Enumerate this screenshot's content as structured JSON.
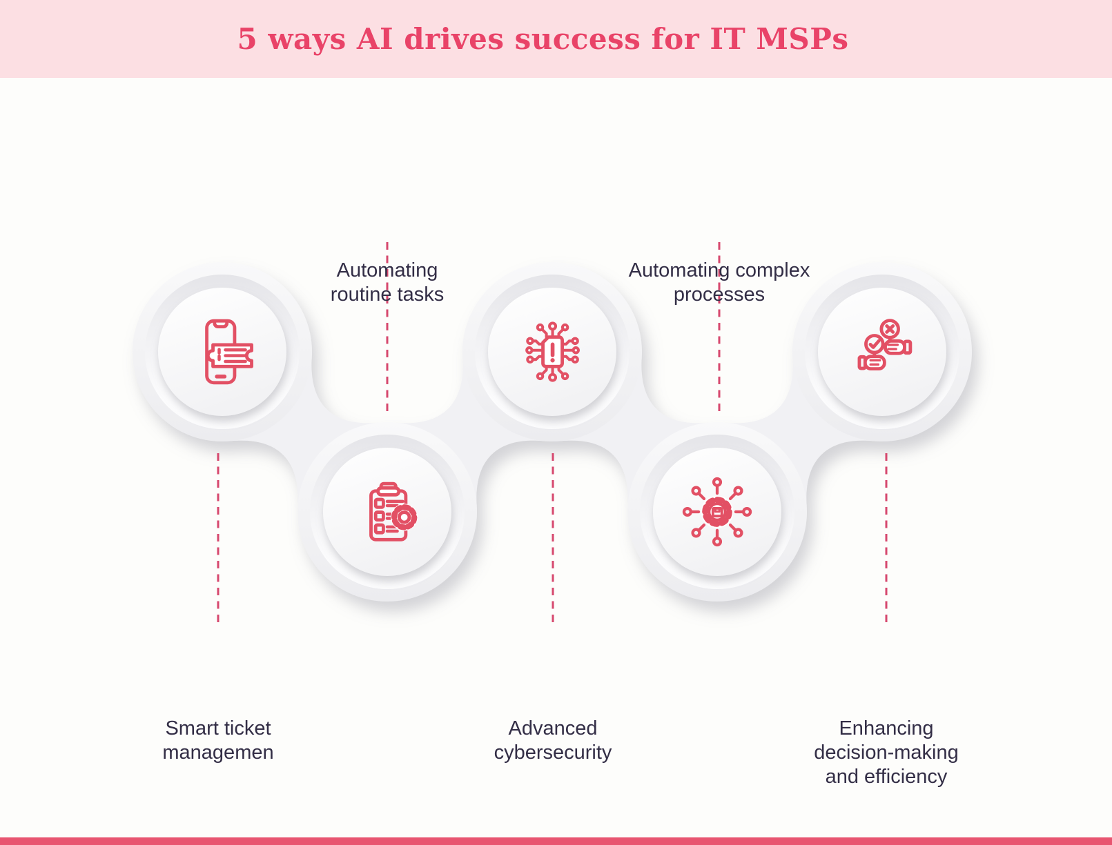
{
  "header": {
    "title": "5 ways AI drives success for IT MSPs"
  },
  "nodes": [
    {
      "label": "Smart ticket\nmanagemen",
      "icon": "phone-ticket-icon"
    },
    {
      "label": "Automating\nroutine tasks",
      "icon": "clipboard-gear-icon"
    },
    {
      "label": "Advanced\ncybersecurity",
      "icon": "chip-alert-icon"
    },
    {
      "label": "Automating complex\nprocesses",
      "icon": "gear-network-icon"
    },
    {
      "label": "Enhancing\ndecision-making\nand efficiency",
      "icon": "decision-hands-icon"
    }
  ],
  "colors": {
    "page_bg": "#fdfdfb",
    "banner_bg": "#fcdfe3",
    "title_text": "#e94368",
    "label_text": "#332e46",
    "icon_stroke": "#e25064",
    "dash_line": "#d6486e",
    "bottom_bar": "#e85570"
  }
}
